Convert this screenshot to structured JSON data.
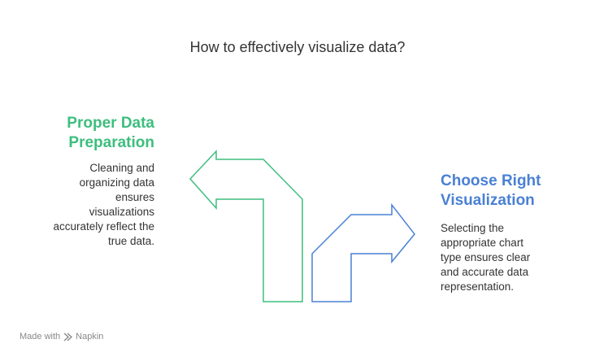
{
  "title": "How to effectively visualize data?",
  "left": {
    "heading": [
      "Proper Data",
      "Preparation"
    ],
    "body": [
      "Cleaning and",
      "organizing data",
      "ensures",
      "visualizations",
      "accurately reflect the",
      "true data."
    ],
    "color": "#3DBE7E"
  },
  "right": {
    "heading": [
      "Choose Right",
      "Visualization"
    ],
    "body": [
      "Selecting the",
      "appropriate chart",
      "type ensures clear",
      "and accurate data",
      "representation."
    ],
    "color": "#4A80D4"
  },
  "watermark": {
    "prefix": "Made with",
    "brand": "Napkin",
    "icon": "napkin-logo-icon"
  }
}
